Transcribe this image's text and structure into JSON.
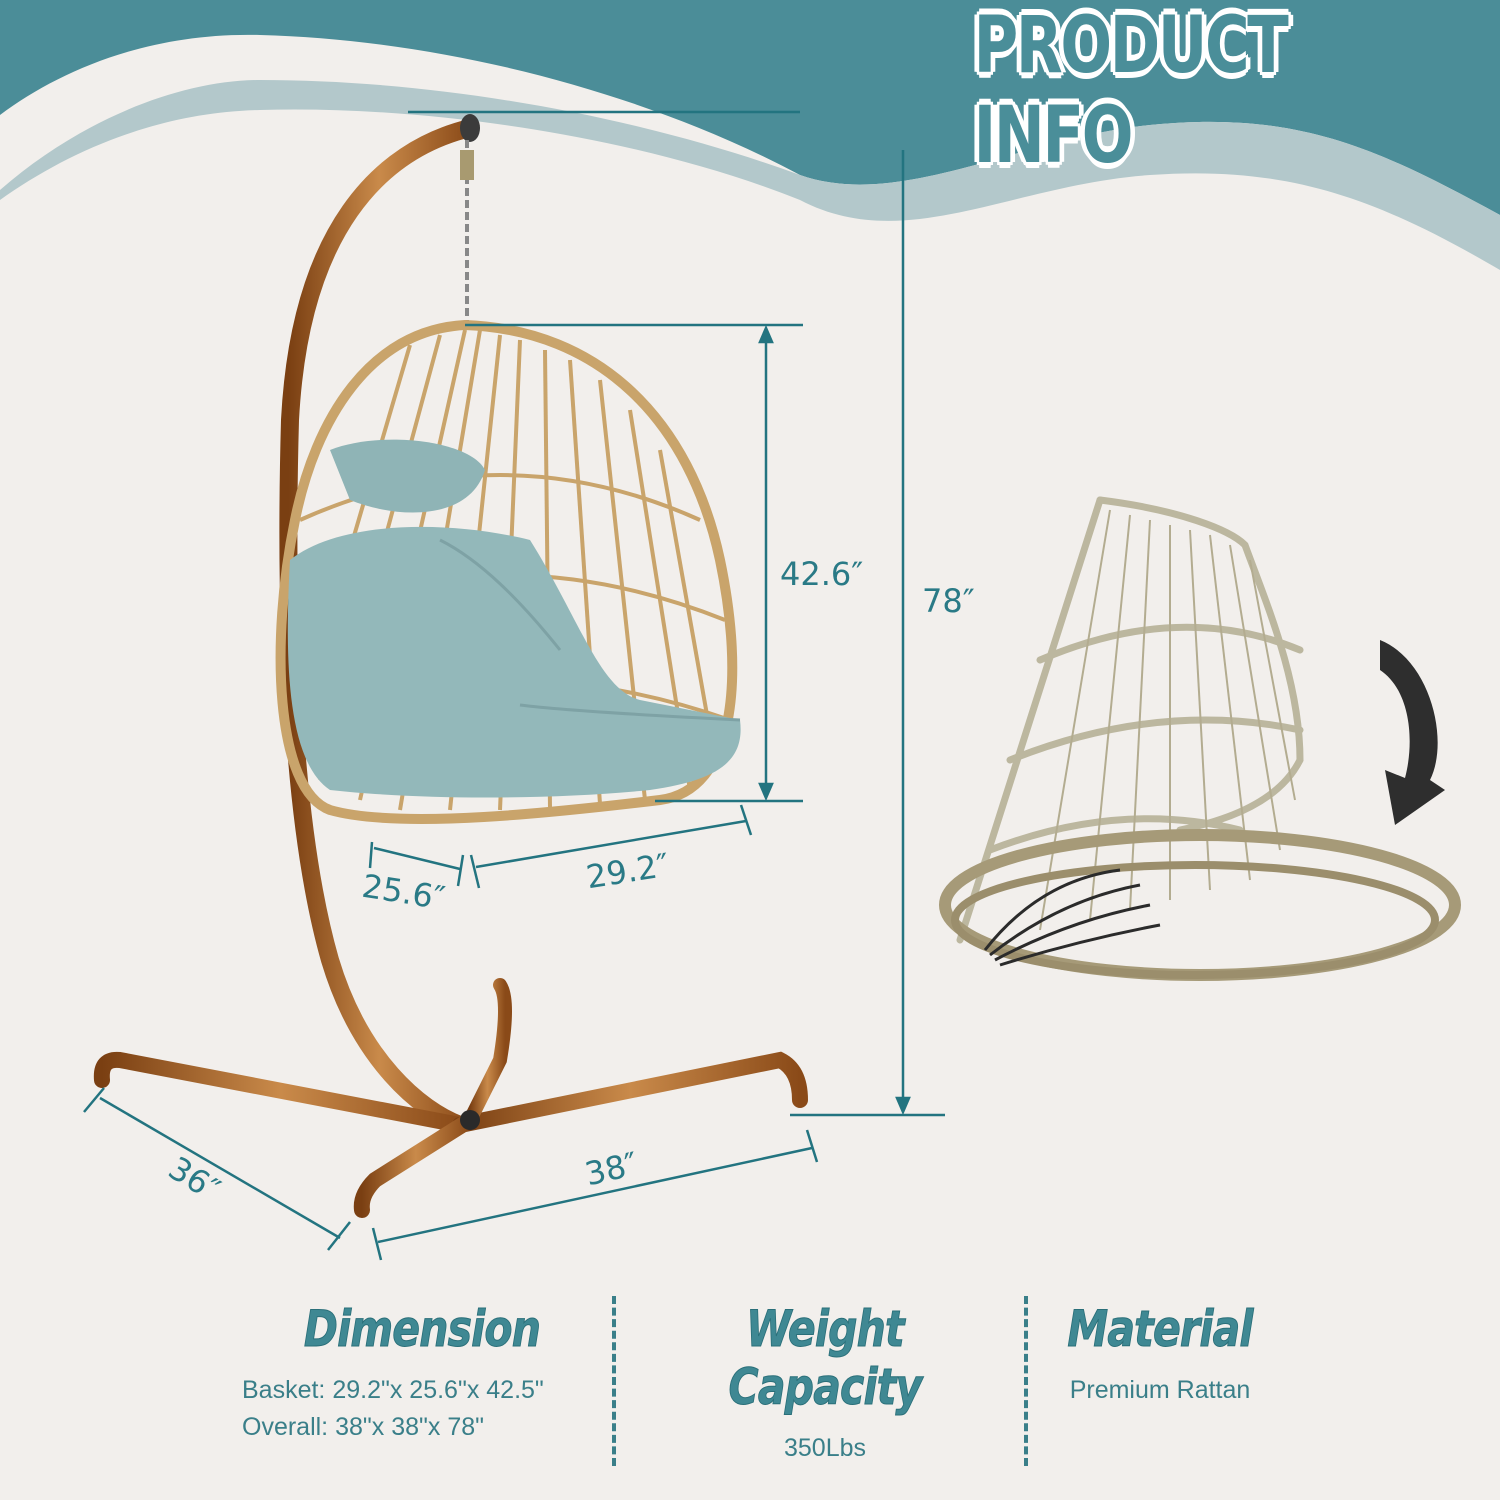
{
  "header": {
    "title": "PRODUCT INFO",
    "colors": {
      "band": "#4b8d98",
      "wave_light": "#b3c8cb",
      "background": "#f2efec"
    }
  },
  "dimensions": {
    "basket_height": "42.6″",
    "overall_height": "78″",
    "basket_depth": "25.6″",
    "basket_width": "29.2″",
    "base_depth": "36″",
    "base_width": "38″",
    "line_color": "#237480"
  },
  "illustrations": {
    "main": "hanging-egg-chair-with-stand",
    "secondary": "folded-chair-basket",
    "fold_arrow": "curved-arrow-down-icon"
  },
  "info": {
    "dimension": {
      "heading": "Dimension",
      "lines": [
        "Basket: 29.2\"x 25.6\"x 42.5\"",
        "Overall: 38\"x 38\"x 78\""
      ]
    },
    "weight": {
      "heading": "Weight Capacity",
      "lines": [
        "350Lbs"
      ]
    },
    "material": {
      "heading": "Material",
      "lines": [
        "Premium Rattan"
      ]
    }
  }
}
